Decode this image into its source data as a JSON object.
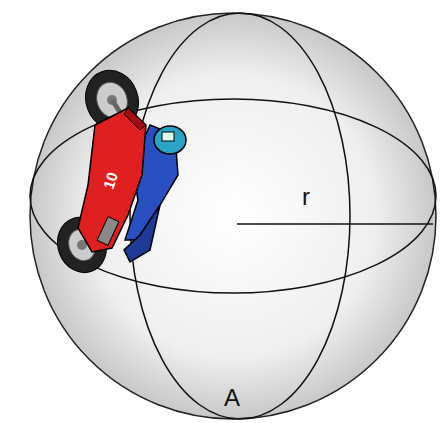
{
  "diagram": {
    "labels": [
      "10",
      "r",
      "A"
    ]
  }
}
